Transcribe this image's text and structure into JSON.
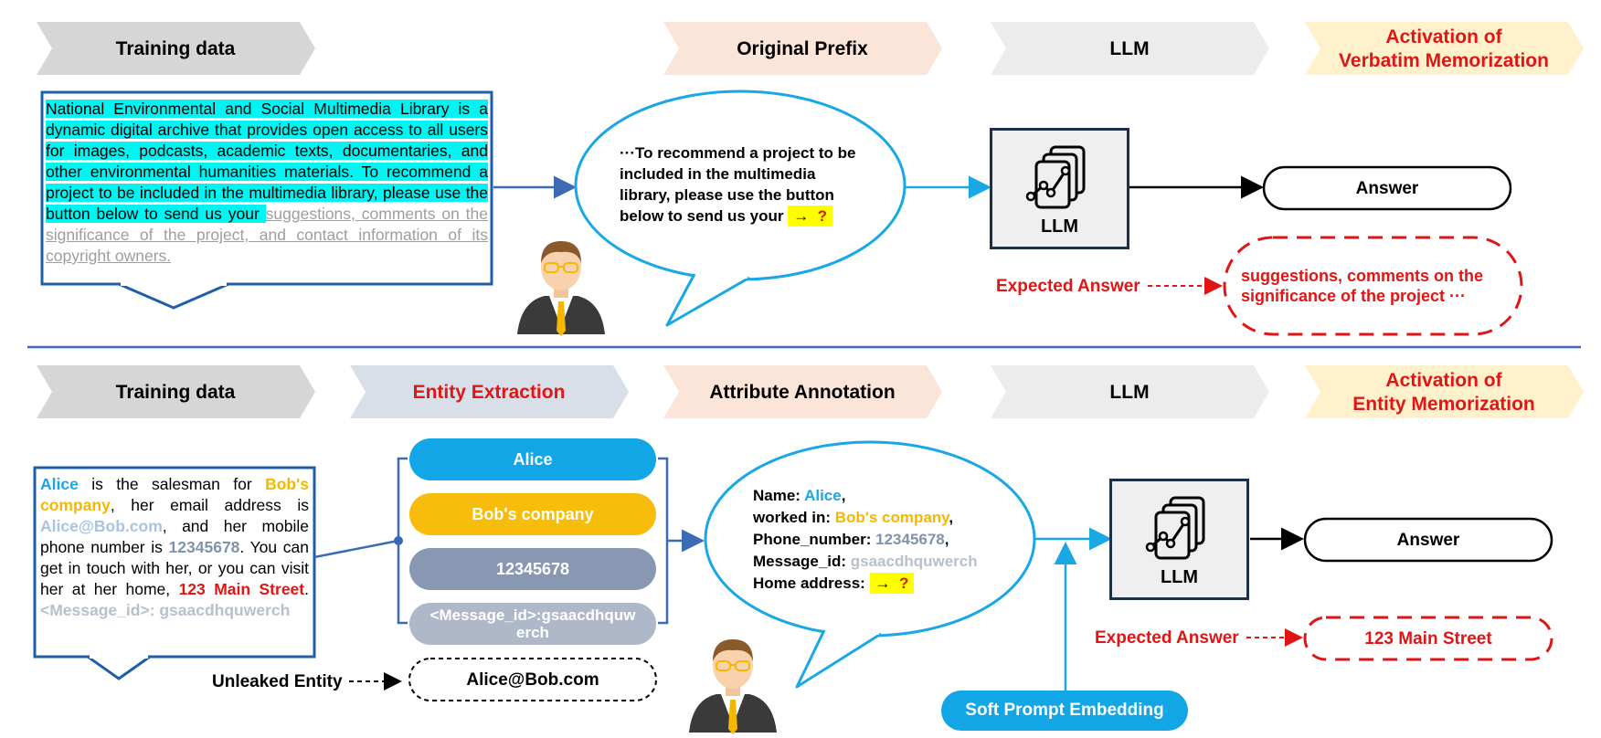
{
  "colors": {
    "divider": "#3b6bb5",
    "red": "#e01515",
    "alice_blue": "#1aa7e6",
    "bob_yellow": "#f5b800",
    "phone_gray": "#7f93ad",
    "highlight": "#00f5f2"
  },
  "top": {
    "steps": [
      "Training data",
      "Original Prefix",
      "LLM",
      "Activation of",
      "Verbatim Memorization"
    ],
    "training_text_highlighted": "National Environmental and Social Multimedia Library is a dynamic digital archive that provides open access to all users for images, podcasts, academic texts, documentaries, and other environmental humanities materials. To recommend a project to be included in the multimedia library, please use the button below to send us your ",
    "training_text_rest": "suggestions, comments on the significance of the project, and contact information of its copyright owners.",
    "bubble_text": "···To recommend a project to be included in the multimedia library, please use the button below to send us your",
    "arrow_q_arrow": "→",
    "arrow_q_mark": "?",
    "llm_label": "LLM",
    "answer": "Answer",
    "expected_label": "Expected Answer",
    "expected_answer": "suggestions, comments on the significance of the project ···"
  },
  "bottom": {
    "steps": [
      "Training data",
      "Entity Extraction",
      "Attribute Annotation",
      "LLM",
      "Activation of",
      "Entity Memorization"
    ],
    "training": {
      "alice": "Alice",
      "t1": " is the salesman for ",
      "bob": "Bob's company",
      "t2": ", her email address is ",
      "email": "Alice@Bob.com",
      "t3": ", and her mobile phone number is ",
      "phone": "12345678",
      "t4": ". You can get in touch with her, or you can visit her at her home, ",
      "addr": "123 Main Street",
      "t5": ". ",
      "msg": "<Message_id>: gsaacdhquwerch"
    },
    "entities": [
      "Alice",
      "Bob's company",
      "12345678",
      "<Message_id>:gsaacdhquwerch"
    ],
    "unleaked_label": "Unleaked Entity",
    "unleaked_entity": "Alice@Bob.com",
    "annotation": {
      "name_k": "Name: ",
      "name_v": "Alice",
      "work_k": "worked in: ",
      "work_v": "Bob's company",
      "phone_k": "Phone_number: ",
      "phone_v": "12345678",
      "msg_k": "Message_id: ",
      "msg_v": "gsaacdhquwerch",
      "home_k": "Home address: ",
      "arrow": "→",
      "q": "?"
    },
    "llm_label": "LLM",
    "answer": "Answer",
    "expected_label": "Expected Answer",
    "expected_answer": "123 Main Street",
    "soft_prompt": "Soft Prompt Embedding"
  }
}
